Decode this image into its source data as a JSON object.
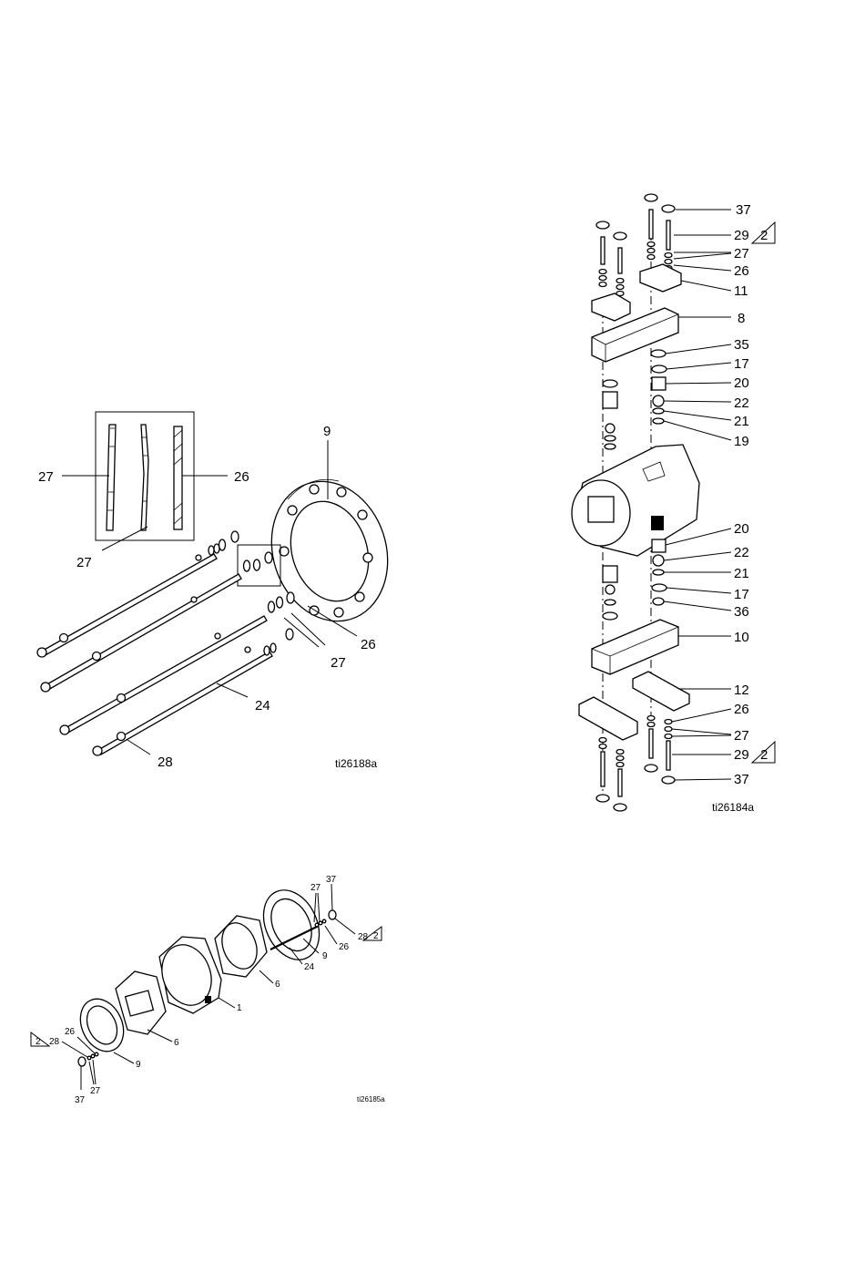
{
  "figures": {
    "detail": {
      "code": "ti26188a",
      "labels": {
        "l9": "9",
        "l27a": "27",
        "l26a": "26",
        "l27b": "27",
        "l26b": "26",
        "l27c": "27",
        "l24": "24",
        "l28": "28"
      }
    },
    "vertical": {
      "code": "ti26184a",
      "labels": {
        "l37a": "37",
        "l29a": "29",
        "l2a": "2",
        "l27a": "27",
        "l26a": "26",
        "l11": "11",
        "l8": "8",
        "l35": "35",
        "l17a": "17",
        "l20a": "20",
        "l22a": "22",
        "l21a": "21",
        "l19": "19",
        "l20b": "20",
        "l22b": "22",
        "l21b": "21",
        "l17b": "17",
        "l36": "36",
        "l10": "10",
        "l12": "12",
        "l26b": "26",
        "l27b": "27",
        "l29b": "29",
        "l2b": "2",
        "l37b": "37"
      }
    },
    "horizontal": {
      "code": "ti26185a",
      "labels": {
        "l37a": "37",
        "l27a": "27",
        "l28a": "28",
        "l2a": "2",
        "l26a": "26",
        "l9a": "9",
        "l24": "24",
        "l6a": "6",
        "l1": "1",
        "l6b": "6",
        "l9b": "9",
        "l26b": "26",
        "l2b": "2",
        "l28b": "28",
        "l27b": "27",
        "l37b": "37"
      }
    }
  }
}
